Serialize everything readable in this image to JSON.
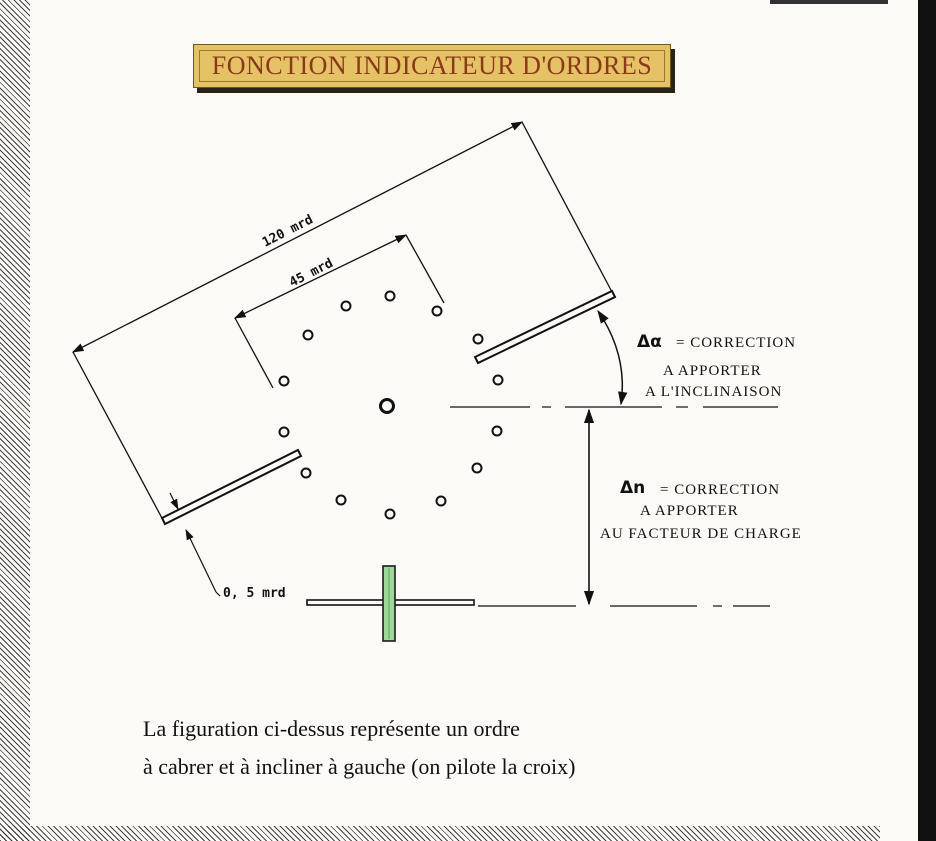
{
  "title": "FONCTION INDICATEUR D'ORDRES",
  "dimensions": {
    "large": "120 mrd",
    "small": "45 mrd",
    "thickness": "0, 5 mrd"
  },
  "alpha_label": {
    "symbol": "Δα",
    "line1": "= CORRECTION",
    "line2": "A  APPORTER",
    "line3": "A L'INCLINAISON"
  },
  "n_label": {
    "symbol": "Δn",
    "line1": "= CORRECTION",
    "line2": "A APPORTER",
    "line3": "AU FACTEUR DE CHARGE"
  },
  "caption": {
    "line1": "La figuration ci-dessus représente un ordre",
    "line2": "à cabrer et à incliner à gauche (on pilote la croix)"
  },
  "colors": {
    "title_bg": "#e5c266",
    "title_text": "#8a3a1a",
    "cross_green": "#9fd69a",
    "ink": "#111111"
  }
}
